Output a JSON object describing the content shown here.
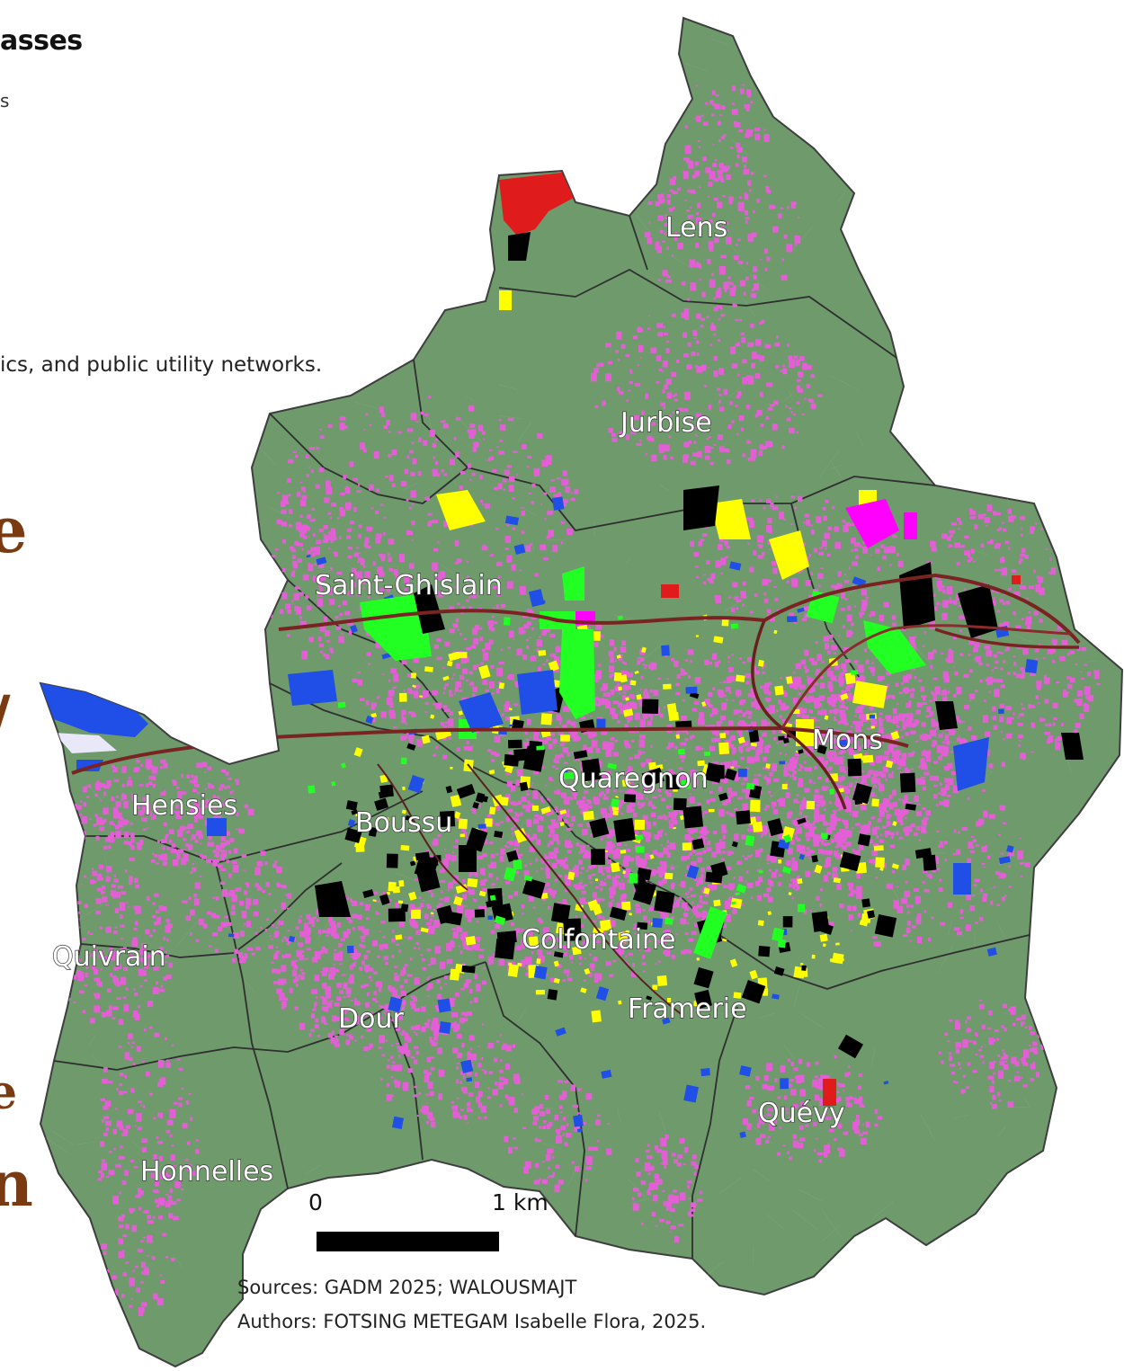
{
  "header": {
    "title_fragment": "asses",
    "subtitle_fragment": "s",
    "description_fragment": "ics, and public utility networks."
  },
  "edge_glyphs": [
    "e",
    "/",
    "e",
    "n"
  ],
  "colors": {
    "base_land": "#6e9a6c",
    "urban": "#e45fd6",
    "yellow_class": "#ffff00",
    "green_class": "#22ff22",
    "blue_class": "#1f4fe6",
    "black_class": "#000000",
    "red_class": "#e01b1b",
    "magenta_class": "#ff00ff",
    "boundary": "#3e3e3e",
    "road": "#7a2323"
  },
  "places": [
    {
      "key": "lens",
      "name": "Lens"
    },
    {
      "key": "jurbise",
      "name": "Jurbise"
    },
    {
      "key": "saint_ghislain",
      "name": "Saint-Ghislain"
    },
    {
      "key": "mons",
      "name": "Mons"
    },
    {
      "key": "quaregnon",
      "name": "Quaregnon"
    },
    {
      "key": "hensies",
      "name": "Hensies"
    },
    {
      "key": "boussu",
      "name": "Boussu"
    },
    {
      "key": "colfontaine",
      "name": "Colfontaine"
    },
    {
      "key": "quivrain",
      "name": "Quivrain"
    },
    {
      "key": "dour",
      "name": "Dour"
    },
    {
      "key": "framerie",
      "name": "Framerie"
    },
    {
      "key": "quevy",
      "name": "Quévy"
    },
    {
      "key": "honnelles",
      "name": "Honnelles"
    }
  ],
  "scale": {
    "start_label": "0",
    "end_label": "1 km"
  },
  "credits": {
    "sources": "Sources: GADM 2025; WALOUSMAJT",
    "authors": "Authors: FOTSING METEGAM Isabelle Flora, 2025."
  }
}
